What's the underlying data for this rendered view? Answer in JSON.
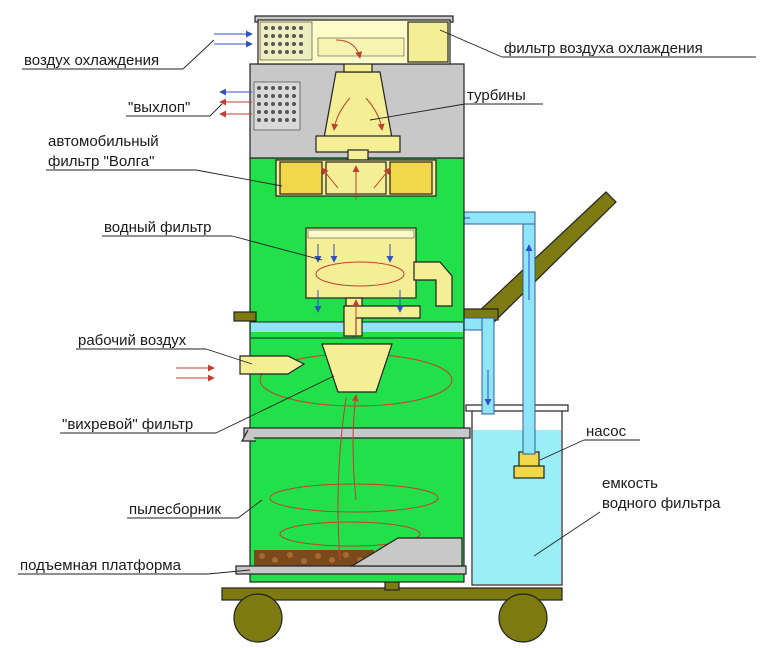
{
  "labels": {
    "cooling_air": "воздух охлаждения",
    "exhaust": "\"выхлоп\"",
    "auto_filter_line1": "автомобильный",
    "auto_filter_line2": "фильтр \"Волга\"",
    "water_filter": "водный фильтр",
    "working_air": "рабочий воздух",
    "vortex_filter": "\"вихревой\" фильтр",
    "dust_collector": "пылесборник",
    "lifting_platform": "подъемная платформа",
    "cooling_air_filter": "фильтр воздуха охлаждения",
    "turbines": "турбины",
    "pump": "насос",
    "tank_line1": "емкость",
    "tank_line2": "водного фильтра"
  },
  "colors": {
    "body_green": "#22e04a",
    "grey": "#c8c8c8",
    "filter_yellow": "#f4ef94",
    "cooling_yellow": "#fdfbc8",
    "water": "#9aeef6",
    "pipe_blue": "#8fe4f5",
    "olive": "#7c7a10",
    "flow_red": "#c04030",
    "flow_blue": "#3050c8"
  }
}
